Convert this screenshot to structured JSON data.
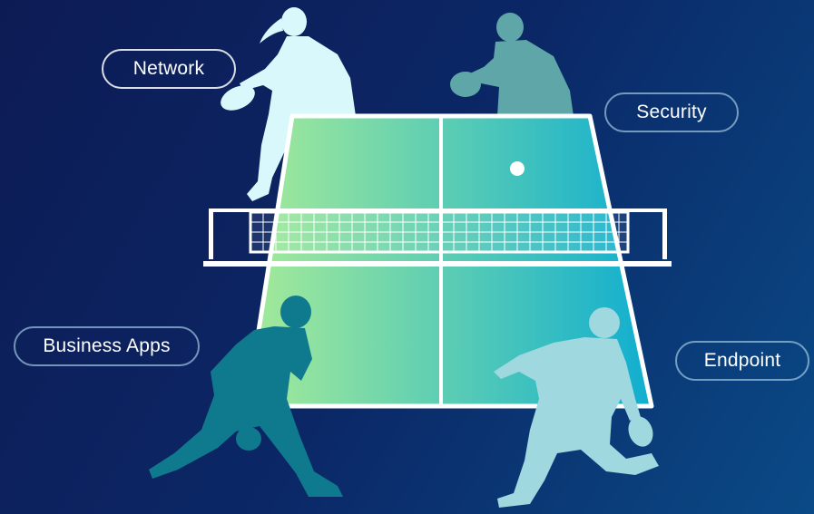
{
  "labels": {
    "network": "Network",
    "security": "Security",
    "business_apps": "Business Apps",
    "endpoint": "Endpoint"
  },
  "colors": {
    "background_start": "#0d1b54",
    "background_end": "#0a4a86",
    "table_left": "#a6eb98",
    "table_right": "#10aed0",
    "player_network": "#d9f8fb",
    "player_security": "#5ea6a8",
    "player_business": "#0f7a8e",
    "player_endpoint": "#9fd8de"
  },
  "icons": [
    "table-tennis-table",
    "table-tennis-net",
    "ball-icon",
    "player-silhouette"
  ]
}
